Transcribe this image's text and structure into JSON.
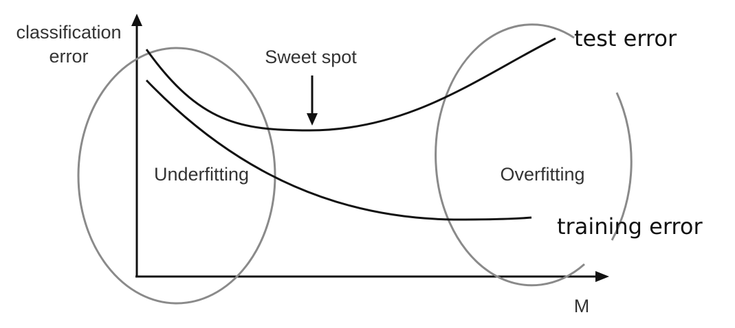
{
  "diagram": {
    "y_axis_label_line1": "classification",
    "y_axis_label_line2": "error",
    "x_axis_label": "M",
    "sweet_spot_label": "Sweet spot",
    "underfitting_label": "Underfitting",
    "overfitting_label": "Overfitting",
    "test_error_label": "test error",
    "training_error_label": "training error",
    "curve_color": "#111111",
    "ellipse_color": "#8a8a8a",
    "axis_color": "#111111"
  }
}
